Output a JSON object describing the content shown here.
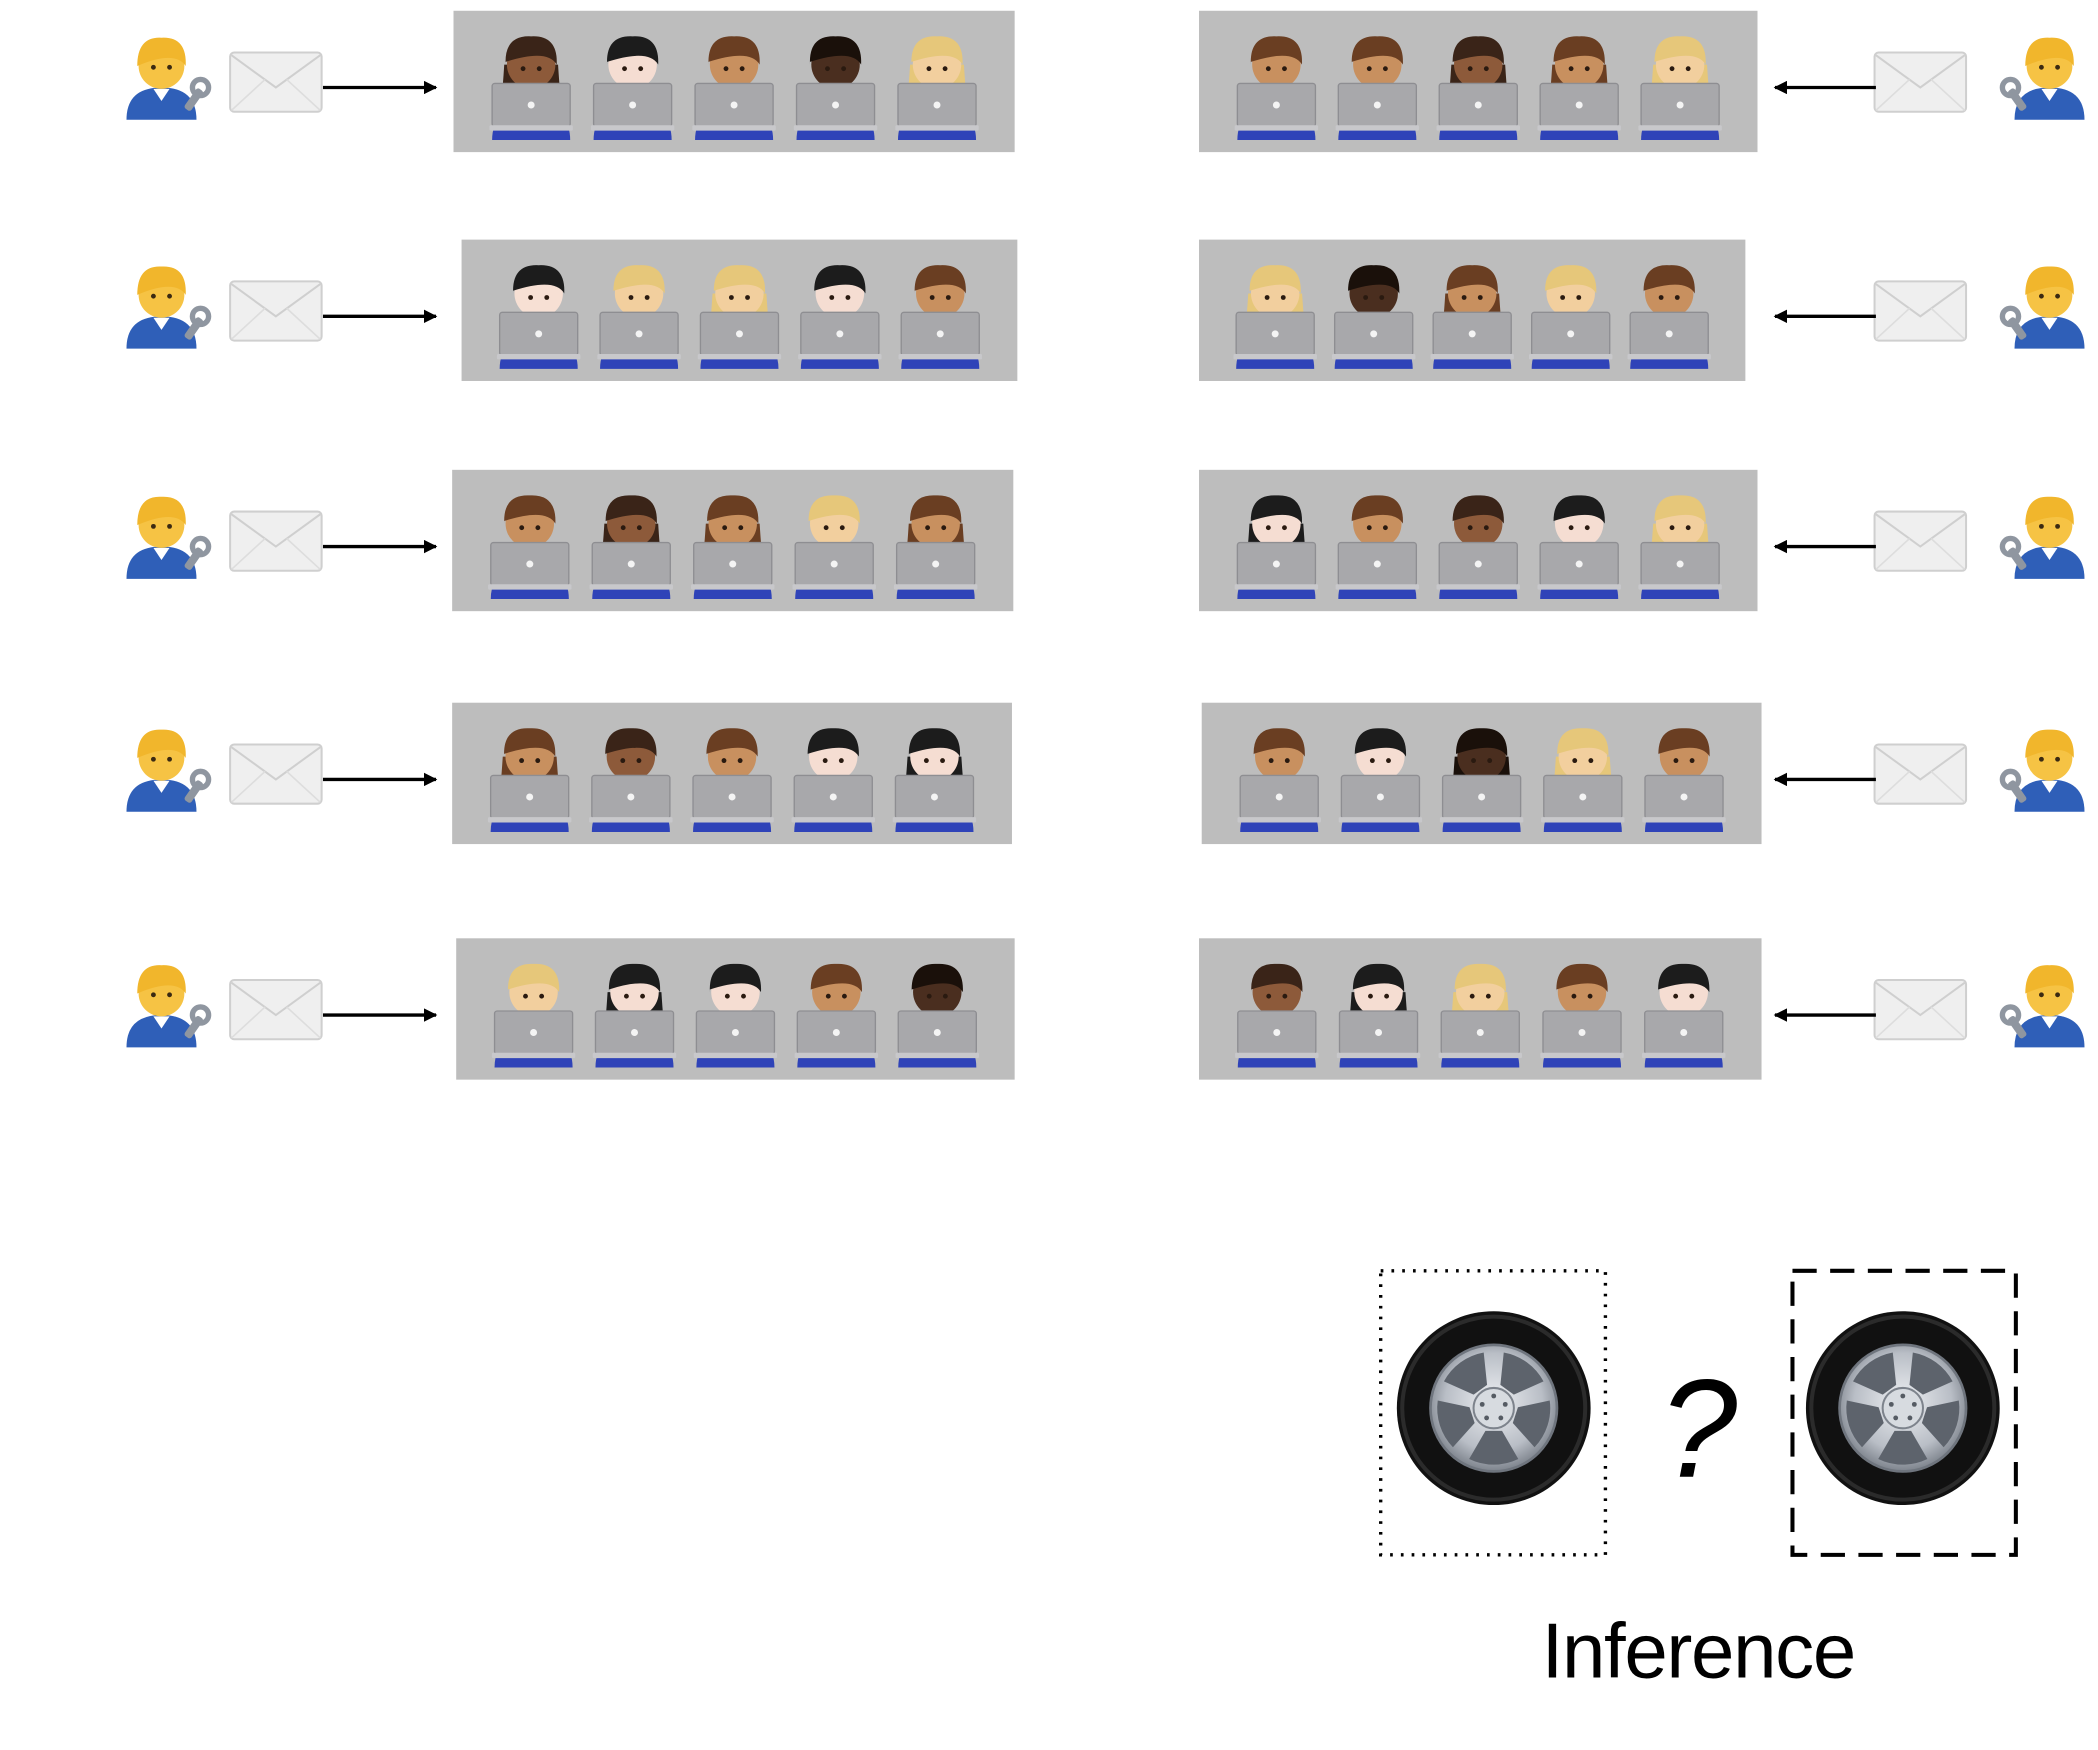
{
  "colors": {
    "box_fill": "#bdbdbd",
    "sender_skin": "#f6c344",
    "sender_hair": "#f1b62c",
    "sender_shirt": "#2f5fb8",
    "wrench": "#8f96a0",
    "envelope_fill": "#efefef",
    "envelope_stroke": "#cfcfcf",
    "laptop": "#a8a8ab",
    "laptop_light": "#c8c8cb",
    "person_body": "#2f43b8",
    "tire_black": "#111111",
    "rim_silver": "#b9bec6",
    "arrow": "#000000"
  },
  "icons": {
    "sender": "mechanic-emoji-icon",
    "message": "envelope-icon",
    "recipient": "technologist-emoji-icon",
    "observation": "tire-wheel-icon"
  },
  "left_column": {
    "rows": [
      {
        "people": [
          {
            "skin": "#8d5a3a",
            "hair": "#3a2418",
            "style": "long"
          },
          {
            "skin": "#f5ddd2",
            "hair": "#1c1c1c",
            "style": "short"
          },
          {
            "skin": "#c8905f",
            "hair": "#6a3e22",
            "style": "short"
          },
          {
            "skin": "#4a2e1f",
            "hair": "#1a100a",
            "style": "short"
          },
          {
            "skin": "#f2cf9e",
            "hair": "#e6c77a",
            "style": "long"
          }
        ]
      },
      {
        "people": [
          {
            "skin": "#f7e0d4",
            "hair": "#1c1c1c",
            "style": "short"
          },
          {
            "skin": "#f2cf9e",
            "hair": "#e6c77a",
            "style": "short"
          },
          {
            "skin": "#f2cf9e",
            "hair": "#e6c77a",
            "style": "long"
          },
          {
            "skin": "#f5ddd2",
            "hair": "#1c1c1c",
            "style": "short"
          },
          {
            "skin": "#c8905f",
            "hair": "#6a3e22",
            "style": "short"
          }
        ]
      },
      {
        "people": [
          {
            "skin": "#c8905f",
            "hair": "#6a3e22",
            "style": "short"
          },
          {
            "skin": "#8d5a3a",
            "hair": "#3a2418",
            "style": "long"
          },
          {
            "skin": "#c8905f",
            "hair": "#6a3e22",
            "style": "long"
          },
          {
            "skin": "#f2cf9e",
            "hair": "#e6c77a",
            "style": "short"
          },
          {
            "skin": "#c8905f",
            "hair": "#6a3e22",
            "style": "long"
          }
        ]
      },
      {
        "people": [
          {
            "skin": "#c8905f",
            "hair": "#6a3e22",
            "style": "long"
          },
          {
            "skin": "#8d5a3a",
            "hair": "#3a2418",
            "style": "short"
          },
          {
            "skin": "#c8905f",
            "hair": "#6a3e22",
            "style": "short"
          },
          {
            "skin": "#f5ddd2",
            "hair": "#1c1c1c",
            "style": "short"
          },
          {
            "skin": "#f5ddd2",
            "hair": "#1c1c1c",
            "style": "long"
          }
        ]
      },
      {
        "people": [
          {
            "skin": "#f2cf9e",
            "hair": "#e6c77a",
            "style": "short"
          },
          {
            "skin": "#f5ddd2",
            "hair": "#1c1c1c",
            "style": "long"
          },
          {
            "skin": "#f5ddd2",
            "hair": "#1c1c1c",
            "style": "short"
          },
          {
            "skin": "#c8905f",
            "hair": "#6a3e22",
            "style": "short"
          },
          {
            "skin": "#4a2e1f",
            "hair": "#1a100a",
            "style": "short"
          }
        ]
      }
    ]
  },
  "right_column": {
    "rows": [
      {
        "people": [
          {
            "skin": "#c8905f",
            "hair": "#6a3e22",
            "style": "short"
          },
          {
            "skin": "#c8905f",
            "hair": "#6a3e22",
            "style": "short"
          },
          {
            "skin": "#8d5a3a",
            "hair": "#3a2418",
            "style": "long"
          },
          {
            "skin": "#c8905f",
            "hair": "#6a3e22",
            "style": "long"
          },
          {
            "skin": "#f2cf9e",
            "hair": "#e6c77a",
            "style": "long"
          }
        ]
      },
      {
        "people": [
          {
            "skin": "#f2cf9e",
            "hair": "#e6c77a",
            "style": "long"
          },
          {
            "skin": "#4a2e1f",
            "hair": "#1a100a",
            "style": "short"
          },
          {
            "skin": "#c8905f",
            "hair": "#6a3e22",
            "style": "long"
          },
          {
            "skin": "#f2cf9e",
            "hair": "#e6c77a",
            "style": "short"
          },
          {
            "skin": "#c8905f",
            "hair": "#6a3e22",
            "style": "short"
          }
        ]
      },
      {
        "people": [
          {
            "skin": "#f5ddd2",
            "hair": "#1c1c1c",
            "style": "long"
          },
          {
            "skin": "#c8905f",
            "hair": "#6a3e22",
            "style": "short"
          },
          {
            "skin": "#8d5a3a",
            "hair": "#3a2418",
            "style": "short"
          },
          {
            "skin": "#f5ddd2",
            "hair": "#1c1c1c",
            "style": "short"
          },
          {
            "skin": "#f2cf9e",
            "hair": "#e6c77a",
            "style": "long"
          }
        ]
      },
      {
        "people": [
          {
            "skin": "#c8905f",
            "hair": "#6a3e22",
            "style": "short"
          },
          {
            "skin": "#f5ddd2",
            "hair": "#1c1c1c",
            "style": "short"
          },
          {
            "skin": "#4a2e1f",
            "hair": "#1a100a",
            "style": "long"
          },
          {
            "skin": "#f2cf9e",
            "hair": "#e6c77a",
            "style": "long"
          },
          {
            "skin": "#c8905f",
            "hair": "#6a3e22",
            "style": "short"
          }
        ]
      },
      {
        "people": [
          {
            "skin": "#8d5a3a",
            "hair": "#3a2418",
            "style": "short"
          },
          {
            "skin": "#f5ddd2",
            "hair": "#1c1c1c",
            "style": "long"
          },
          {
            "skin": "#f2cf9e",
            "hair": "#e6c77a",
            "style": "long"
          },
          {
            "skin": "#c8905f",
            "hair": "#6a3e22",
            "style": "short"
          },
          {
            "skin": "#f5ddd2",
            "hair": "#1c1c1c",
            "style": "short"
          }
        ]
      }
    ]
  },
  "inference": {
    "question_mark": "?",
    "label": "Inference"
  }
}
